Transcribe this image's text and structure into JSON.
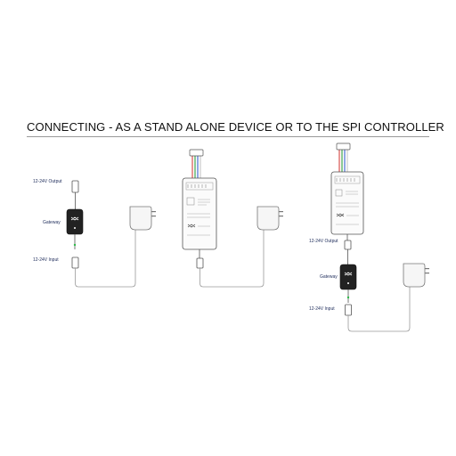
{
  "title": "CONNECTING - AS A STAND ALONE DEVICE OR TO THE SPI CONTROLLER",
  "left_diagram": {
    "output_label": "12-24V Output",
    "gateway_label": "Gateway",
    "input_label": "12-24V Input"
  },
  "right_diagram": {
    "output_label": "12-24V Output",
    "gateway_label": "Gateway",
    "input_label": "12-24V Input"
  },
  "colors": {
    "wire": "#9a9a9a",
    "outline": "#555555",
    "gateway_body": "#222222",
    "led_green": "#2fb84a",
    "wire_red": "#d9534f",
    "wire_green": "#3fa34d",
    "wire_blue": "#4a6fd1",
    "wire_white": "#cccccc"
  }
}
